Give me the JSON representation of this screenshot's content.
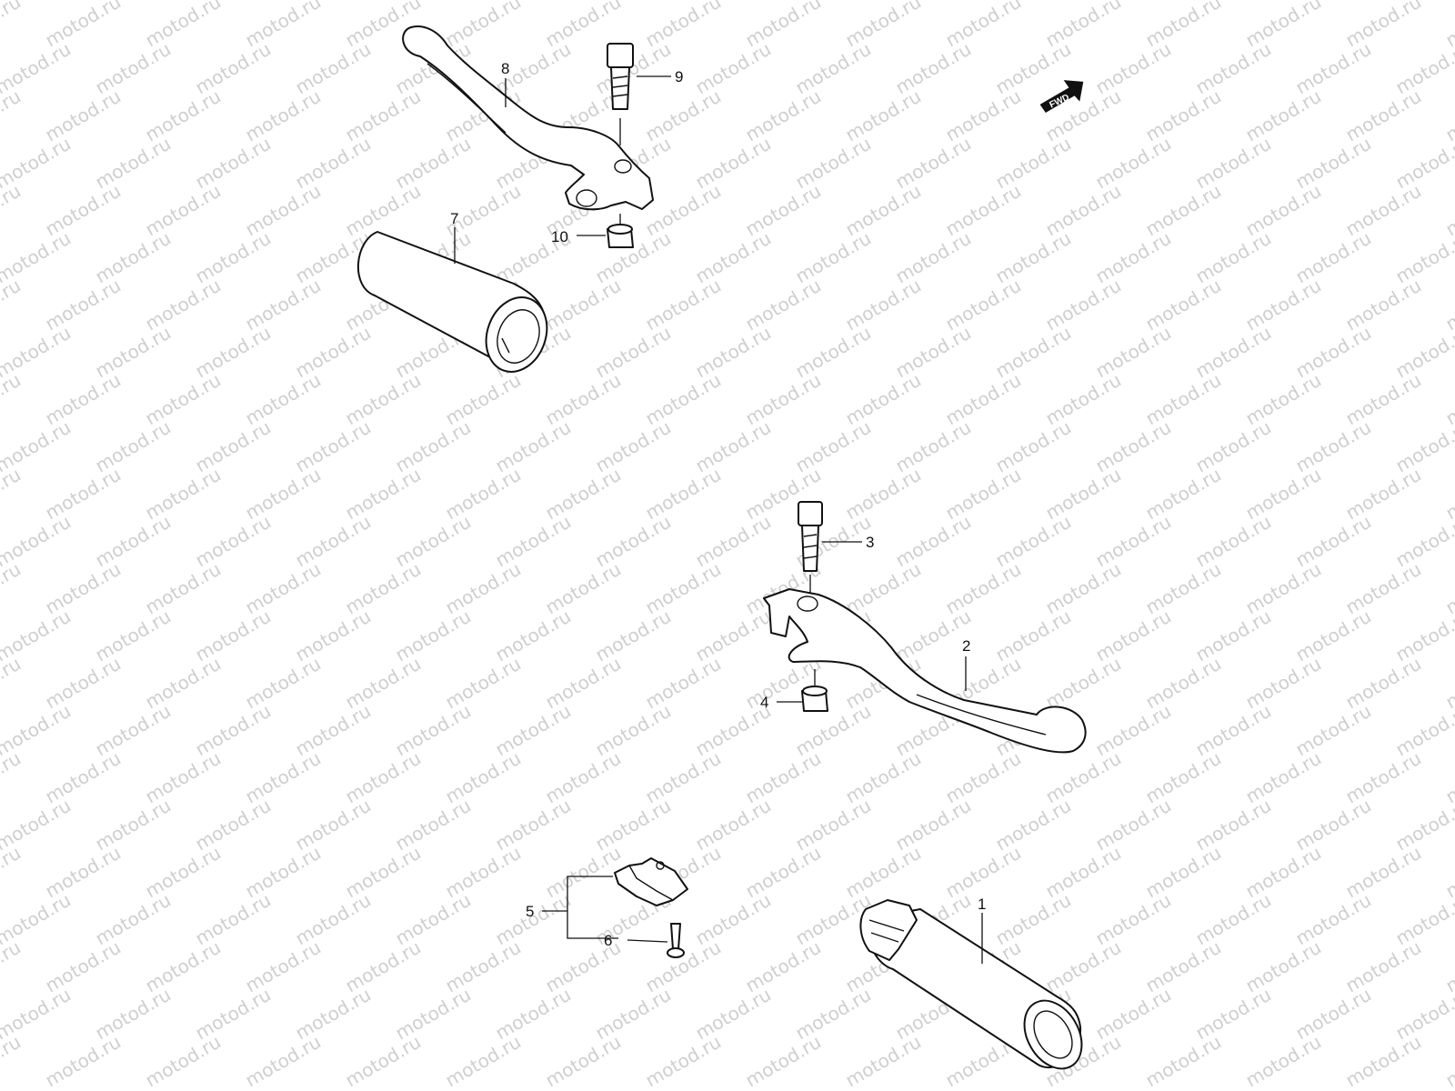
{
  "watermark": {
    "text": "motod.ru"
  },
  "fwd_arrow": {
    "label": "FWD"
  },
  "callouts": [
    {
      "id": "1",
      "label": "1"
    },
    {
      "id": "2",
      "label": "2"
    },
    {
      "id": "3",
      "label": "3"
    },
    {
      "id": "4",
      "label": "4"
    },
    {
      "id": "5",
      "label": "5"
    },
    {
      "id": "6",
      "label": "6"
    },
    {
      "id": "7",
      "label": "7"
    },
    {
      "id": "8",
      "label": "8"
    },
    {
      "id": "9",
      "label": "9"
    },
    {
      "id": "10",
      "label": "10"
    }
  ],
  "icons": [
    "clutch-lever-icon",
    "brake-lever-icon",
    "bolt-icon",
    "nut-icon",
    "grip-icon",
    "throttle-grip-icon",
    "switch-icon",
    "screw-icon",
    "fwd-arrow-icon"
  ]
}
